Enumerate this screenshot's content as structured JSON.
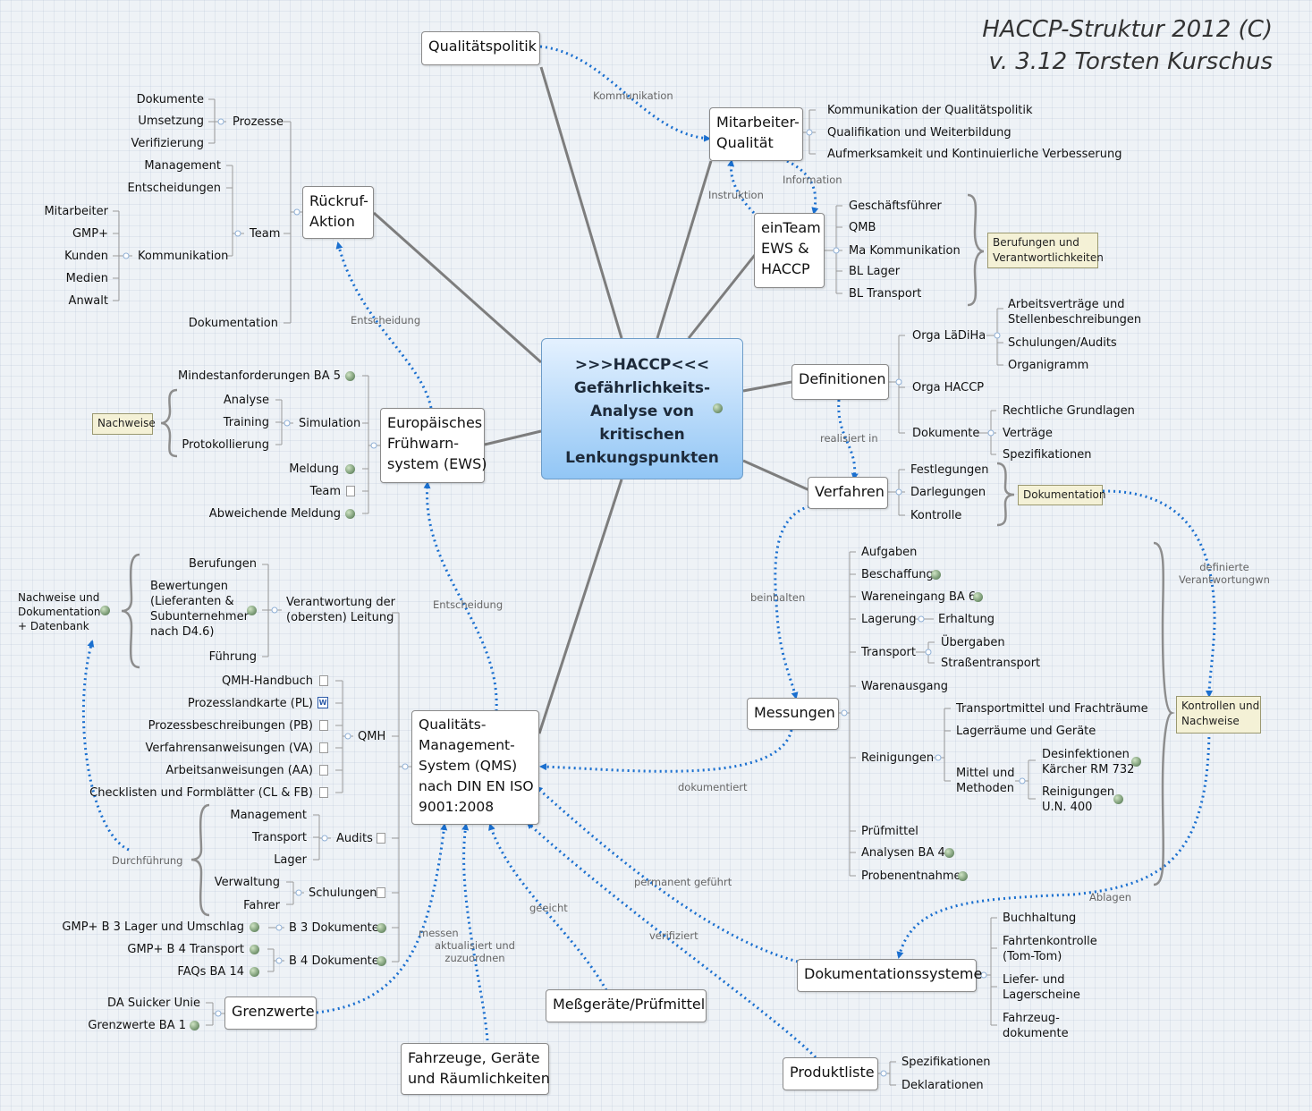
{
  "title": {
    "line1": "HACCP-Struktur 2012  (C)",
    "line2": "v. 3.12 Torsten Kurschus"
  },
  "central": {
    "label": ">>>HACCP<<<\nGefährlichkeits-\nAnalyse von\nkritischen\nLenkungspunkten"
  },
  "topics": {
    "qualitaetspolitik": "Qualitätspolitik",
    "mitarbeiter": "Mitarbeiter-\nQualität",
    "einteam": "einTeam\nEWS &\nHACCP",
    "definitionen": "Definitionen",
    "verfahren": "Verfahren",
    "messungen": "Messungen",
    "rueckruf": "Rückruf-\nAktion",
    "ews": "Europäisches\nFrühwarn-\nsystem (EWS)",
    "qms": "Qualitäts-\nManagement-\nSystem (QMS)\nnach DIN EN ISO\n9001:2008",
    "dokusysteme": "Dokumentationssysteme",
    "produktliste": "Produktliste",
    "messgeraete": "Meßgeräte/Prüfmittel",
    "fahrzeuge": "Fahrzeuge, Geräte\nund Räumlichkeiten",
    "grenzwerte": "Grenzwerte"
  },
  "notes": {
    "berufungen": "Berufungen und\nVerantwortlichkeiten",
    "dokumentation": "Dokumentation",
    "kontrollen": "Kontrollen und\nNachweise",
    "nachweise": "Nachweise"
  },
  "edge_labels": {
    "kommunikation": "Kommunikation",
    "information": "Information",
    "instruktion": "Instruktion",
    "realisiert": "realisiert in",
    "entscheidung1": "Entscheidung",
    "entscheidung2": "Entscheidung",
    "beinhalten": "beinhalten",
    "dokumentiert": "dokumentiert",
    "definierte": "definierte\nVerantwortungwn",
    "ablagen": "Ablagen",
    "permanent": "permanent geführt",
    "verifiziert": "verifiziert",
    "geeicht": "geeicht",
    "messen": "messen",
    "aktualisiert": "aktualisiert und\nzuzuordnen",
    "durchfuehrung": "Durchführung"
  },
  "mitarbeiter_items": [
    "Kommunikation der Qualitätspolitik",
    "Qualifikation und Weiterbildung",
    "Aufmerksamkeit und Kontinuierliche Verbesserung"
  ],
  "einteam_items": [
    "Geschäftsführer",
    "QMB",
    "Ma Kommunikation",
    "BL Lager",
    "BL Transport"
  ],
  "definitionen": {
    "orga_laediha": "Orga LäDiHa",
    "orga_laediha_items": [
      "Arbeitsverträge und\nStellenbeschreibungen",
      "Schulungen/Audits",
      "Organigramm"
    ],
    "orga_haccp": "Orga HACCP",
    "dokumente": "Dokumente",
    "dokumente_items": [
      "Rechtliche Grundlagen",
      "Verträge",
      "Spezifikationen"
    ]
  },
  "verfahren_items": [
    "Festlegungen",
    "Darlegungen",
    "Kontrolle"
  ],
  "messungen": {
    "aufgaben": "Aufgaben",
    "beschaffung": "Beschaffung",
    "wareneingang": "Wareneingang BA 6",
    "lagerung": "Lagerung",
    "erhaltung": "Erhaltung",
    "transport": "Transport",
    "uebergaben": "Übergaben",
    "strassentransport": "Straßentransport",
    "warenausgang": "Warenausgang",
    "reinigungen": "Reinigungen",
    "transportmittel": "Transportmittel und Frachträume",
    "lagerraeume": "Lagerräume und Geräte",
    "mittel": "Mittel und\nMethoden",
    "desinfektionen": "Desinfektionen\nKärcher RM 732",
    "reinigungen_un": "Reinigungen\nU.N. 400",
    "pruefmittel": "Prüfmittel",
    "analysen": "Analysen BA 4",
    "probenentnahme": "Probenentnahme"
  },
  "dokusysteme_items": [
    "Buchhaltung",
    "Fahrtenkontrolle\n(Tom-Tom)",
    "Liefer- und\nLagerscheine",
    "Fahrzeug-\ndokumente"
  ],
  "produktliste_items": [
    "Spezifikationen",
    "Deklarationen"
  ],
  "rueckruf": {
    "prozesse": "Prozesse",
    "prozesse_items": [
      "Dokumente",
      "Umsetzung",
      "Verifizierung"
    ],
    "team": "Team",
    "team_items": [
      "Management",
      "Entscheidungen"
    ],
    "kommunikation": "Kommunikation",
    "kommunikation_items": [
      "Mitarbeiter",
      "GMP+",
      "Kunden",
      "Medien",
      "Anwalt"
    ],
    "dokumentation": "Dokumentation"
  },
  "ews": {
    "mindest": "Mindestanforderungen BA 5",
    "simulation": "Simulation",
    "simulation_items": [
      "Analyse",
      "Training",
      "Protokollierung"
    ],
    "meldung": "Meldung",
    "team": "Team",
    "abweichende": "Abweichende Meldung"
  },
  "qms": {
    "verantwortung": "Verantwortung der\n(obersten) Leitung",
    "berufungen": "Berufungen",
    "bewertungen": "Bewertungen\n(Lieferanten &\nSubunternehmer\nnach D4.6)",
    "fuehrung": "Führung",
    "nachweise_doku": "Nachweise und\nDokumentation\n+ Datenbank",
    "qmh": "QMH",
    "qmh_items": [
      "QMH-Handbuch",
      "Prozesslandkarte (PL)",
      "Prozessbeschreibungen (PB)",
      "Verfahrensanweisungen (VA)",
      "Arbeitsanweisungen (AA)",
      "Checklisten und Formblätter (CL & FB)"
    ],
    "audits": "Audits",
    "audits_items": [
      "Management",
      "Transport",
      "Lager"
    ],
    "schulungen": "Schulungen",
    "schulungen_items": [
      "Verwaltung",
      "Fahrer"
    ],
    "b3": "B 3 Dokumente",
    "b3_item": "GMP+ B 3 Lager und Umschlag",
    "b4": "B 4 Dokumente",
    "b4_items": [
      "GMP+ B 4 Transport",
      "FAQs BA 14"
    ]
  },
  "grenzwerte_items": [
    "DA Suicker Unie",
    "Grenzwerte BA 1"
  ],
  "icon_names": [
    "globe-icon",
    "document-icon",
    "word-document-icon"
  ]
}
